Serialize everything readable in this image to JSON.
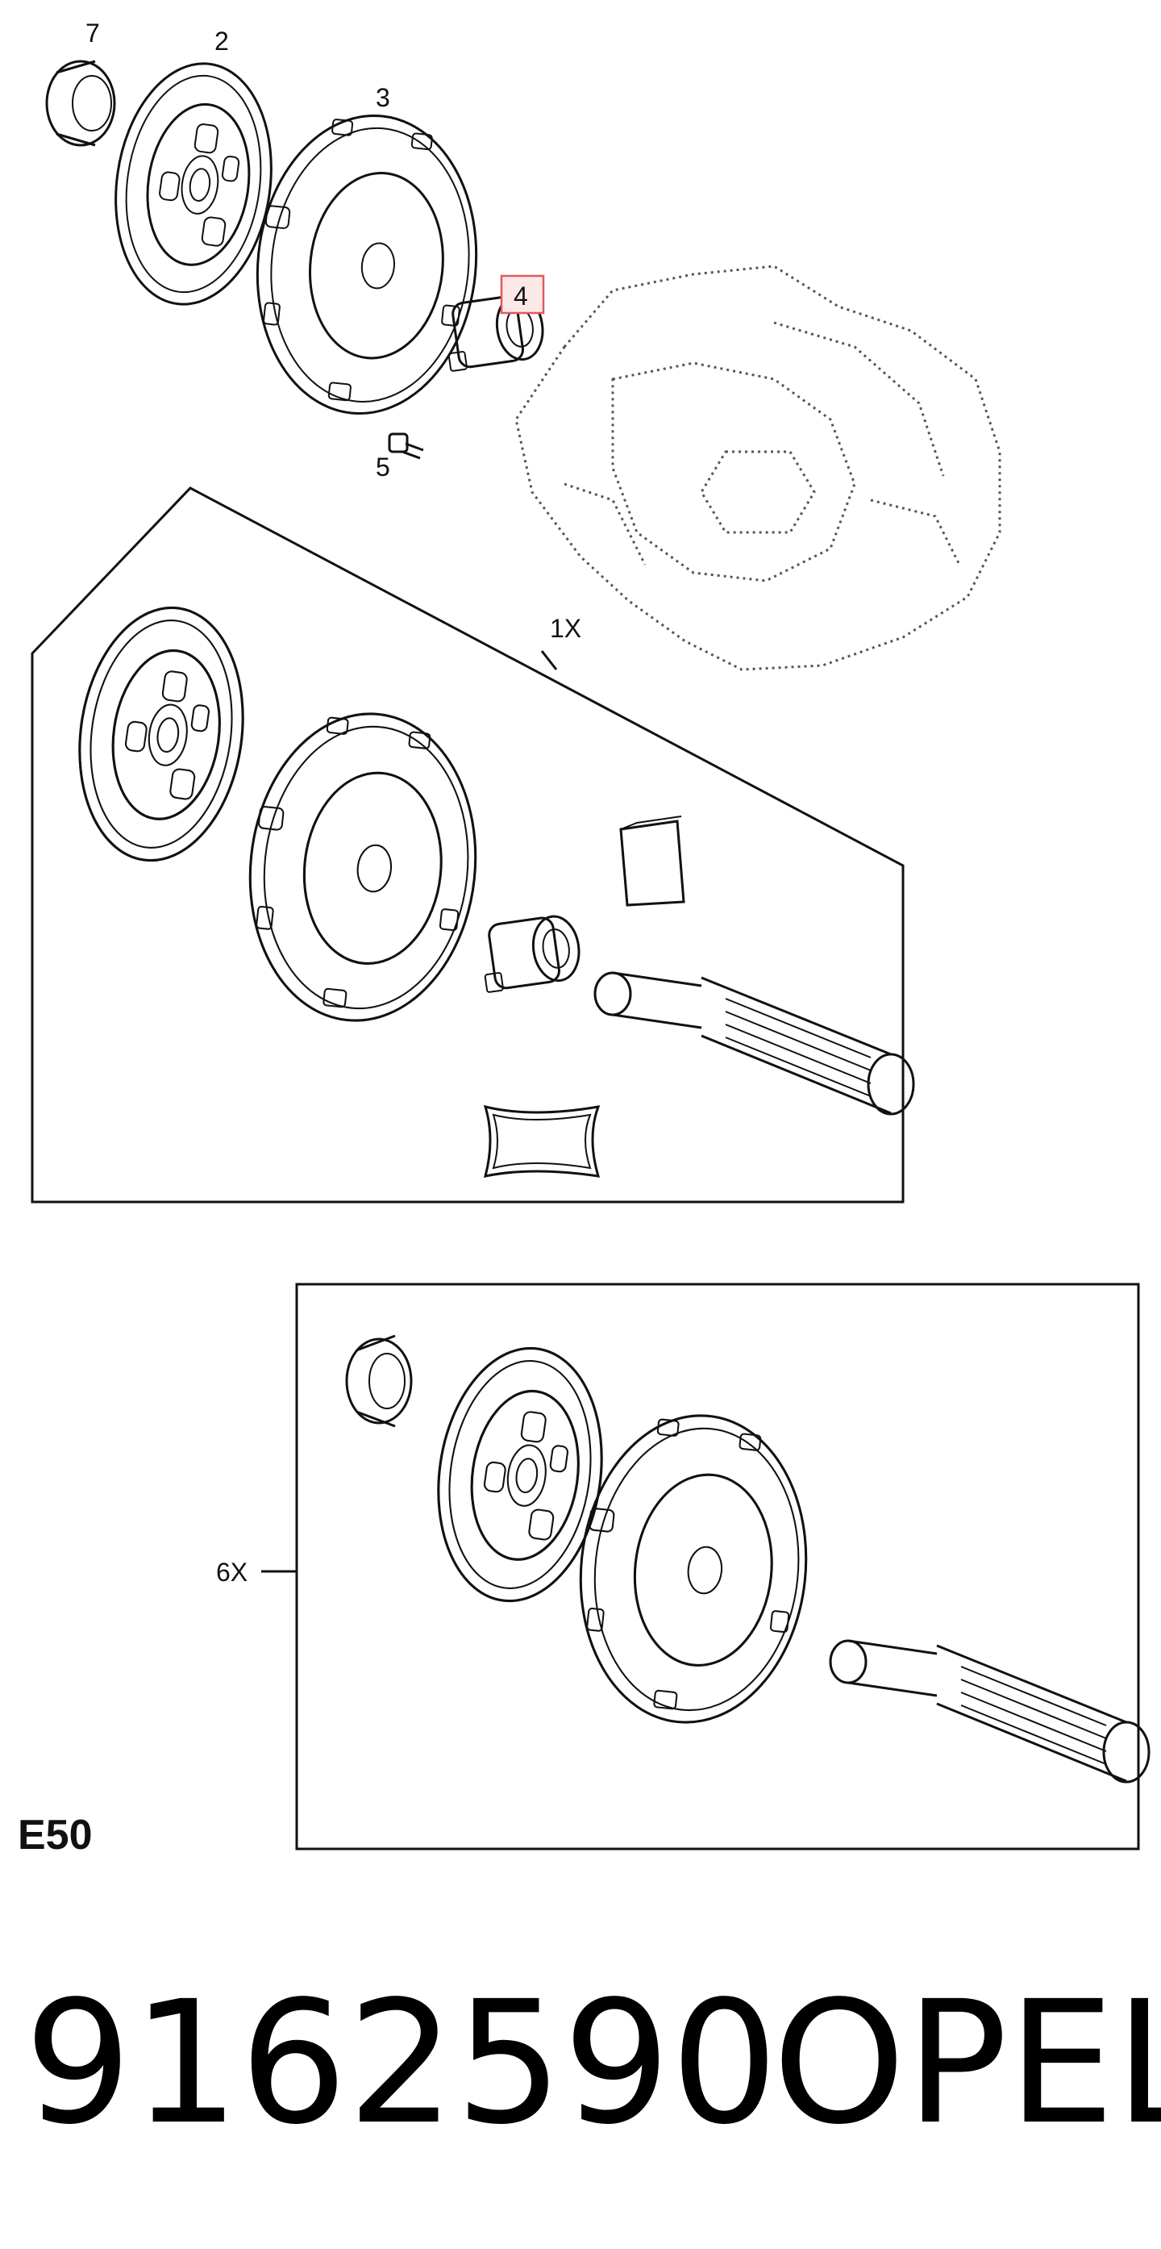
{
  "callouts": {
    "item_7": "7",
    "item_2": "2",
    "item_3": "3",
    "item_4": "4",
    "item_5": "5",
    "kit_1x": "1X",
    "kit_6x": "6X"
  },
  "diagram_code": "E50",
  "part_number": "9162590",
  "brand": "OPEL",
  "colors": {
    "line": "#111111",
    "highlight_border": "#e05a5a",
    "highlight_fill": "#fde8e8"
  }
}
